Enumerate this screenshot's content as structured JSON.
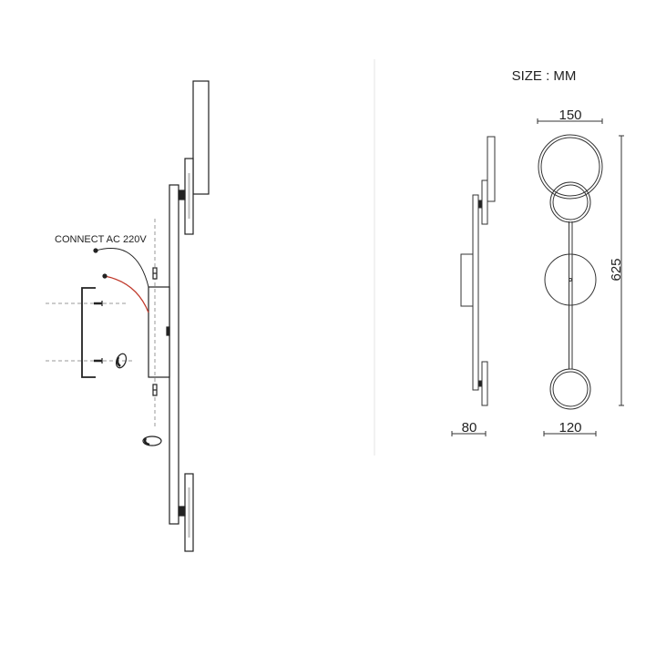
{
  "installation": {
    "wire_label": "CONNECT AC 220V",
    "wire_color": "#c0392b"
  },
  "dimensions": {
    "unit_label": "SIZE : MM",
    "top_width": "150",
    "height": "625",
    "depth": "80",
    "bottom_width": "120"
  }
}
